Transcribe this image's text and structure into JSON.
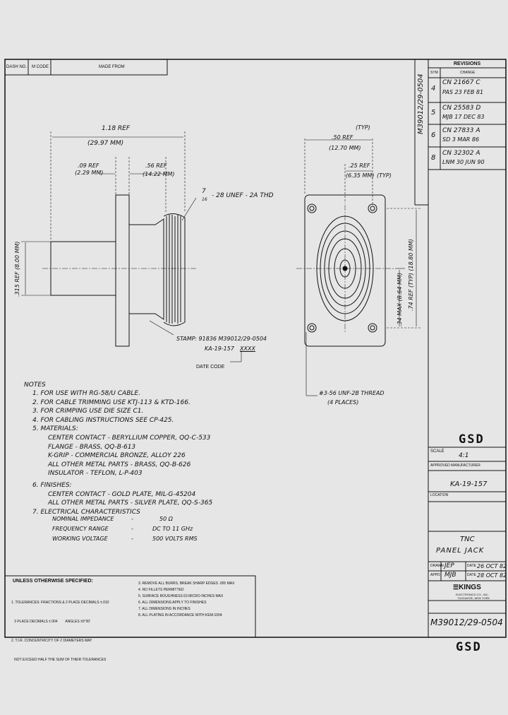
{
  "title_header": {
    "dash_no": "DASH NO.",
    "mcode": "M CODE",
    "made_from": "MADE FROM"
  },
  "revisions": {
    "title": "REVISIONS",
    "col_sym": "SYM",
    "col_change": "CHANGE",
    "rows": [
      {
        "sym": "4",
        "line1": "CN  21667  C",
        "line2": "PAS   23 FEB 81"
      },
      {
        "sym": "5",
        "line1": "CN  25583  D",
        "line2": "MJB  17 DEC 83"
      },
      {
        "sym": "6",
        "line1": "CN  27833  A",
        "line2": "SD   3 MAR 86"
      },
      {
        "sym": "8",
        "line1": "CN  32302  A",
        "line2": "LNM  30 JUN 90"
      }
    ]
  },
  "vertical_part_no": "M39012/29-0504",
  "dims": {
    "overall_ref": "1.18 REF",
    "overall_mm": "(29.97 MM)",
    "d09_ref": ".09 REF",
    "d09_mm": "(2.29 MM)",
    "d56_ref": ".56 REF",
    "d56_mm": "(14.22 MM)",
    "thread": "7/16 - 28 UNEF - 2A THD",
    "thread_num": "7",
    "thread_den": "16",
    "thread_rest": "- 28 UNEF - 2A THD",
    "left_vert": ".315 REF (8.00 MM)",
    "stamp_line1": "STAMP: 91836  M39012/29-0504",
    "stamp_line2": "KA-19-157",
    "stamp_xxxx": "XXXX",
    "date_code": "DATE CODE",
    "typ_top": "(TYP)",
    "d50": ".50 REF",
    "d50_mm": "(12.70 MM)",
    "d25": ".25 REF",
    "d25_mm": "(6.35 MM)",
    "typ2": "(TYP)",
    "right_vert_inner": ".34 MAX (8.64 MM)",
    "right_vert_outer": ".74 REF (TYP) (18.80 MM)",
    "thread_holes": "#3-56 UNF-2B THREAD",
    "places": "(4 PLACES)"
  },
  "notes": {
    "heading": "NOTES",
    "lines": [
      "1. FOR USE WITH RG-58/U CABLE.",
      "2. FOR CABLE TRIMMING USE KTJ-113 & KTD-166.",
      "3. FOR CRIMPING USE DIE SIZE C1.",
      "4. FOR CABLING INSTRUCTIONS SEE CP-425.",
      "5. MATERIALS:",
      "CENTER CONTACT - BERYLLIUM COPPER, QQ-C-533",
      "FLANGE - BRASS, QQ-B-613",
      "K-GRIP - COMMERCIAL BRONZE, ALLOY 226",
      "ALL OTHER METAL PARTS - BRASS, QQ-B-626",
      "INSULATOR - TEFLON, L-P-403",
      "6. FINISHES:",
      "CENTER CONTACT - GOLD PLATE, MIL-G-45204",
      "ALL OTHER METAL PARTS - SILVER PLATE, QQ-S-365",
      "7. ELECTRICAL CHARACTERISTICS"
    ],
    "elec": [
      {
        "label": "NOMINAL IMPEDANCE",
        "value": "50 Ω"
      },
      {
        "label": "FREQUENCY RANGE",
        "value": "DC TO 11 GHz"
      },
      {
        "label": "WORKING VOLTAGE",
        "value": "500 VOLTS RMS"
      }
    ]
  },
  "title_block": {
    "gsd": "GSD",
    "scale_label": "SCALE",
    "scale_value": "4:1",
    "approved_mfr_label": "APPROVED MANUFACTURER",
    "kings_no": "KA-19-157",
    "location_label": "LOCATION",
    "title1": "TNC",
    "title2": "PANEL  JACK",
    "drawn_label": "DRAWN",
    "drawn_by": "JEP",
    "drawn_date": "26 OCT 82",
    "appd_label": "APPD",
    "appd_by": "MJB",
    "appd_date": "28 OCT 82",
    "date_label": "DATE",
    "company": "KINGS",
    "company_sub1": "ELECTRONICS CO., INC.",
    "company_sub2": "TUCKAHOE, NEW YORK",
    "part_no": "M39012/29-0504"
  },
  "unless": {
    "heading": "UNLESS OTHERWISE SPECIFIED:",
    "left": [
      "1. TOLERANCES: FRACTIONS & 2 PLACE DECIMALS ±.010",
      "   3 PLACE DECIMALS ±.004        ANGLES ±0°30'",
      "2. T.I.R. CONCENTRICITY OF 2 DIAMETERS MAY",
      "   NOT EXCEED HALF THE SUM OF THEIR TOLERANCES"
    ],
    "right": [
      "3. REMOVE ALL BURRS, BREAK SHARP EDGES .005 MAX",
      "4. NO FILLETS PERMITTED",
      "5. SURFACE ROUGHNESS 63 MICRO INCHES MAX",
      "6. ALL DIMENSIONS APPLY TO FINISHES",
      "7. ALL DIMENSIONS IN INCHES",
      "8. ALL PLATING IN ACCORDANCE WITH KEM-1004"
    ]
  },
  "footer_gsd": "GSD"
}
